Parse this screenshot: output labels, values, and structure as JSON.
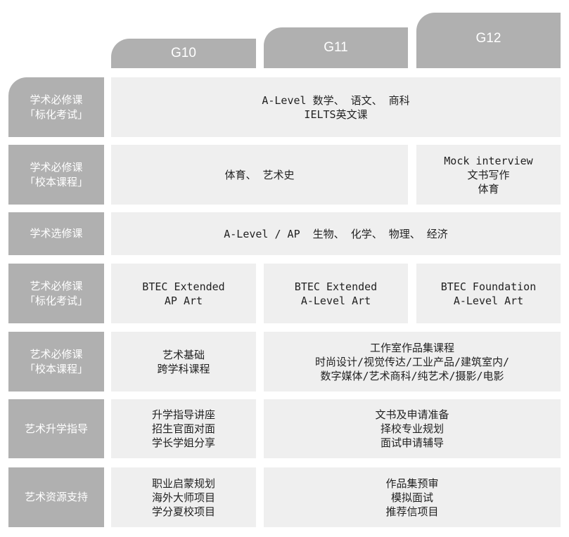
{
  "headers": [
    "G10",
    "G11",
    "G12"
  ],
  "rows": [
    {
      "label": [
        "学术必修课",
        "「标化考试」"
      ],
      "cells": [
        [
          "A-Level 数学、 语文、 商科",
          "IELTS英文课"
        ]
      ]
    },
    {
      "label": [
        "学术必修课",
        "「校本课程」"
      ],
      "cells": [
        [
          "体育、 艺术史"
        ],
        [
          "Mock interview",
          "文书写作",
          "体育"
        ]
      ]
    },
    {
      "label": [
        "学术选修课"
      ],
      "cells": [
        [
          "A-Level / AP  生物、 化学、 物理、 经济"
        ]
      ]
    },
    {
      "label": [
        "艺术必修课",
        "「标化考试」"
      ],
      "cells": [
        [
          "BTEC Extended",
          "AP Art"
        ],
        [
          "BTEC Extended",
          "A-Level Art"
        ],
        [
          "BTEC Foundation",
          "A-Level Art"
        ]
      ]
    },
    {
      "label": [
        "艺术必修课",
        "「校本课程」"
      ],
      "cells": [
        [
          "艺术基础",
          "跨学科课程"
        ],
        [
          "工作室作品集课程",
          "时尚设计/视觉传达/工业产品/建筑室内/",
          "数字媒体/艺术商科/纯艺术/摄影/电影"
        ]
      ]
    },
    {
      "label": [
        "艺术升学指导"
      ],
      "cells": [
        [
          "升学指导讲座",
          "招生官面对面",
          "学长学姐分享"
        ],
        [
          "文书及申请准备",
          "择校专业规划",
          "面试申请辅导"
        ]
      ]
    },
    {
      "label": [
        "艺术资源支持"
      ],
      "cells": [
        [
          "职业启蒙规划",
          "海外大师项目",
          "学分夏校项目"
        ],
        [
          "作品集预审",
          "模拟面试",
          "推荐信项目"
        ]
      ]
    }
  ]
}
